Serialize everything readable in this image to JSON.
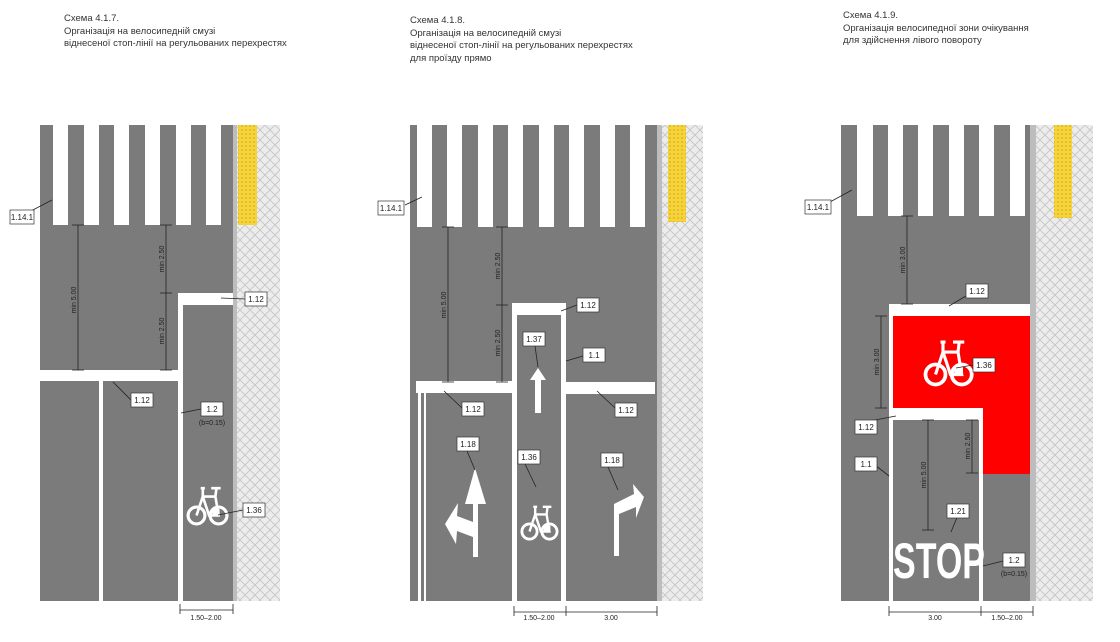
{
  "schemes": [
    {
      "title": "Схема 4.1.7.",
      "desc1": "Організація на велосипедній смузі",
      "desc2": "віднесеної стоп-лінії на регульованих перехрестях",
      "labels": {
        "crosswalk": "1.14.1",
        "stop_bike": "1.12",
        "stop_main": "1.12",
        "edge": "1.2",
        "edge_note": "(b=0.15)",
        "bike": "1.36"
      },
      "dims": {
        "total": "min 5.00",
        "upper": "min 2.50",
        "lower": "min 2.50",
        "bike_lane_width": "1.50–2.00"
      }
    },
    {
      "title": "Схема 4.1.8.",
      "desc1": "Організація на велосипедній смузі",
      "desc2": "віднесеної стоп-лінії на регульованих перехрестях",
      "desc3": "для проїзду прямо",
      "labels": {
        "crosswalk": "1.14.1",
        "stop_bike": "1.12",
        "arrow_bike": "1.37",
        "lane_line": "1.1",
        "stop_left": "1.12",
        "stop_right": "1.12",
        "arrow_left": "1.18",
        "bike": "1.36",
        "arrow_right": "1.18"
      },
      "dims": {
        "total": "min 5.00",
        "upper": "min 2.50",
        "lower": "min 2.50",
        "bike_lane_width": "1.50–2.00",
        "right_lane_width": "3.00"
      }
    },
    {
      "title": "Схема 4.1.9.",
      "desc1": "Організація велосипедної зони очікування",
      "desc2": "для здійснення лівого повороту",
      "labels": {
        "crosswalk": "1.14.1",
        "stop_zone": "1.12",
        "bike": "1.36",
        "stop_lane": "1.12",
        "lane_line": "1.1",
        "stop_text_mark": "1.21",
        "edge": "1.2",
        "edge_note": "(b=0.15)"
      },
      "stop_word": "STOP",
      "dims": {
        "top": "min 3.00",
        "zone": "min 3.00",
        "lane": "min 5.00",
        "zone_ext": "min 2.50",
        "lane_width": "3.00",
        "bike_lane_width": "1.50–2.00"
      }
    }
  ],
  "colors": {
    "road": "#7b7b7b",
    "marking": "#ffffff",
    "bike_zone": "#ff0000",
    "tactile": "#f5d33a",
    "sidewalk": "#ececec"
  }
}
